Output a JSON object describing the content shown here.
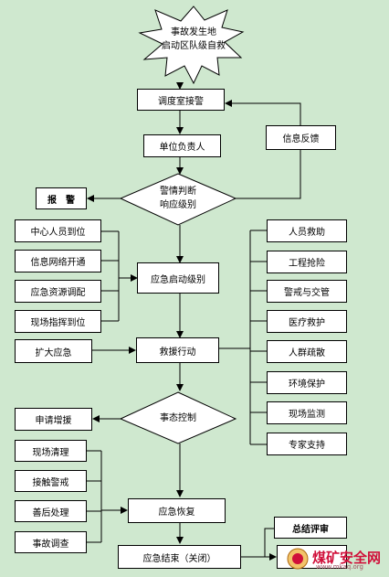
{
  "start": {
    "line1": "事故发生地",
    "line2": "启动区队级自救"
  },
  "nodes": {
    "dispatch": "调度室接警",
    "unit_head": "单位负责人",
    "info_feedback": "信息反馈",
    "report": "报　警",
    "judge_line1": "警情判断",
    "judge_line2": "响应级别",
    "center_staff": "中心人员到位",
    "info_network": "信息网络开通",
    "resource_dispatch": "应急资源调配",
    "onsite_command": "现场指挥到位",
    "launch_level": "应急启动级别",
    "expand": "扩大应急",
    "rescue_action": "救援行动",
    "request_support": "申请增援",
    "control": "事态控制",
    "site_cleanup": "现场清理",
    "lift_alert": "接触警戒",
    "aftermath": "善后处理",
    "investigation": "事故调查",
    "recovery": "应急恢复",
    "end": "应急结束（关闭）",
    "summary": "总结评审"
  },
  "right_actions": [
    "人员救助",
    "工程抢险",
    "警戒与交管",
    "医疗救护",
    "人群疏散",
    "环境保护",
    "现场监测",
    "专家支持"
  ],
  "watermark": {
    "text": "煤矿安全网",
    "url": "www.mkaq.org"
  }
}
